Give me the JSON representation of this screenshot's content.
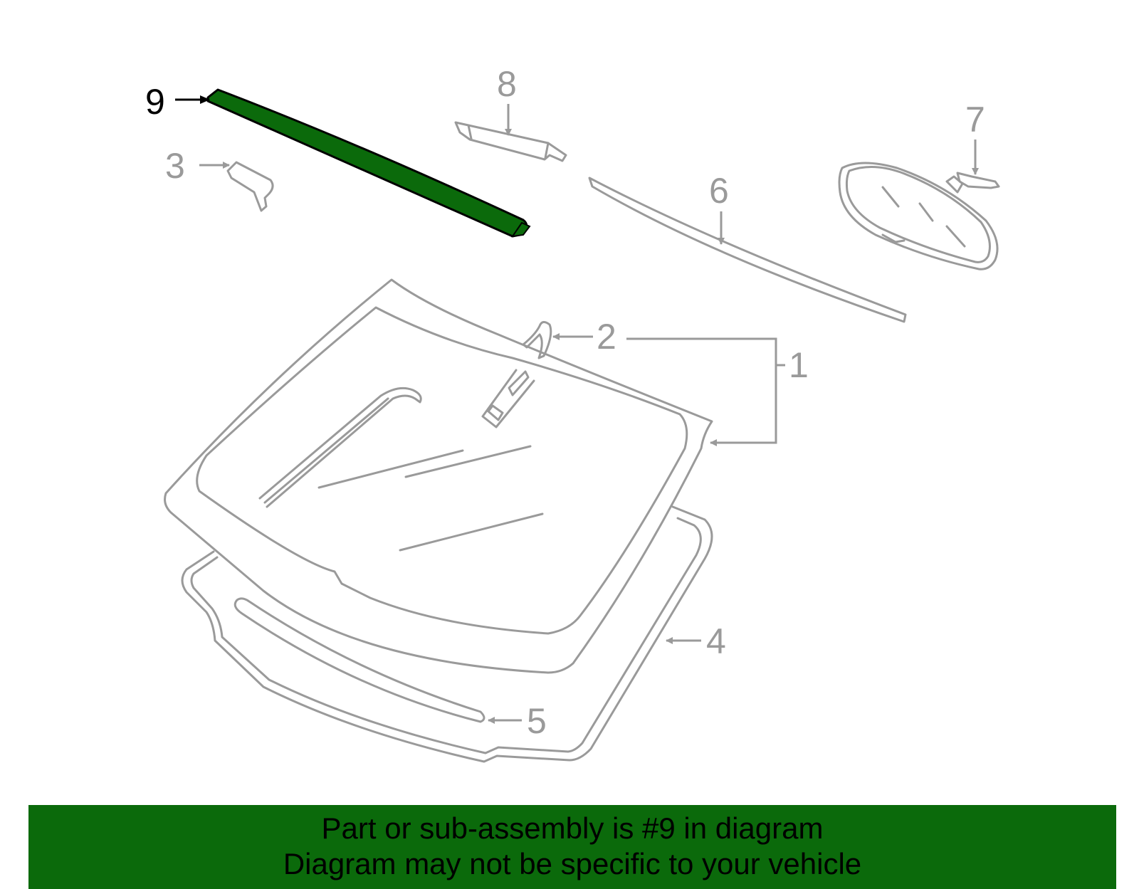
{
  "diagram": {
    "callouts": [
      "1",
      "2",
      "3",
      "4",
      "5",
      "6",
      "7",
      "8",
      "9"
    ],
    "highlighted_part": "9",
    "highlight_color": "#0b6a0b",
    "line_color": "#9a9a9a"
  },
  "footer": {
    "line1": "Part or sub-assembly is #9 in diagram",
    "line2": "Diagram may not be specific to your vehicle",
    "background_color": "#0b6a0b"
  }
}
